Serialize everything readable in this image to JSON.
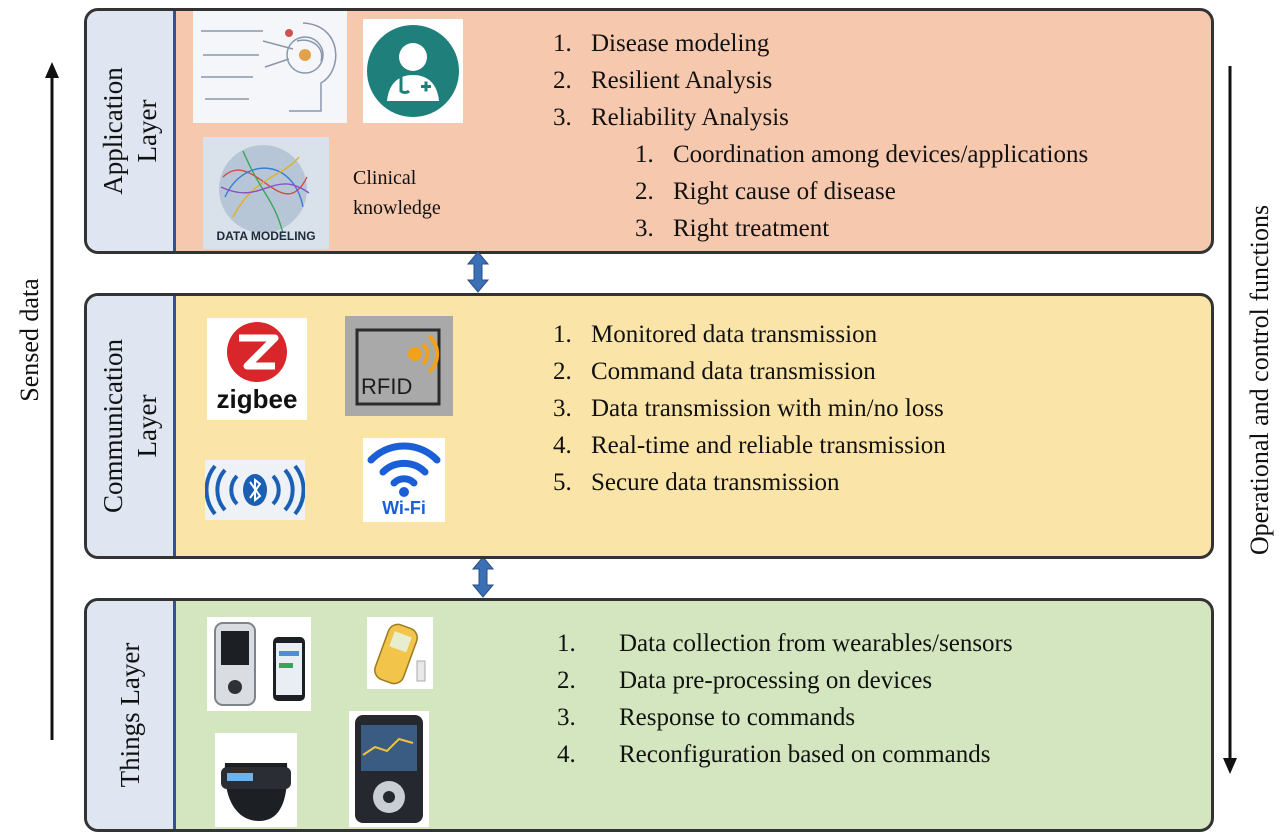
{
  "left_axis_label": "Sensed data",
  "right_axis_label": "Operational and control functions",
  "application": {
    "tab_label_line1": "Application",
    "tab_label_line2": "Layer",
    "caption_line1": "Clinical",
    "caption_line2": "knowledge",
    "data_modeling_text": "DATA MODELING",
    "items": [
      {
        "num": "1.",
        "text": "Disease modeling"
      },
      {
        "num": "2.",
        "text": "Resilient Analysis"
      },
      {
        "num": "3.",
        "text": "Reliability Analysis"
      }
    ],
    "subitems": [
      {
        "num": "1.",
        "text": "Coordination among devices/applications"
      },
      {
        "num": "2.",
        "text": "Right cause of disease"
      },
      {
        "num": "3.",
        "text": "Right treatment"
      }
    ]
  },
  "communication": {
    "tab_label_line1": "Communication",
    "tab_label_line2": "Layer",
    "zigbee_text": "zigbee",
    "rfid_text": "RFID",
    "wifi_text": "Wi-Fi",
    "items": [
      {
        "num": "1.",
        "text": "Monitored data transmission"
      },
      {
        "num": "2.",
        "text": "Command data transmission"
      },
      {
        "num": "3.",
        "text": "Data transmission with min/no loss"
      },
      {
        "num": "4.",
        "text": "Real-time and reliable transmission"
      },
      {
        "num": "5.",
        "text": "Secure data transmission"
      }
    ]
  },
  "things": {
    "tab_label": "Things Layer",
    "items": [
      {
        "num": "1.",
        "text": "Data collection from wearables/sensors"
      },
      {
        "num": "2.",
        "text": "Data pre-processing on devices"
      },
      {
        "num": "3.",
        "text": "Response to commands"
      },
      {
        "num": "4.",
        "text": "Reconfiguration based on commands"
      }
    ]
  },
  "colors": {
    "application_fill": "#f6c9ae",
    "communication_fill": "#fbe4a8",
    "things_fill": "#d4e6bf",
    "tab_fill": "#dfe6f2",
    "connector_arrow": "#3b6fb6"
  }
}
